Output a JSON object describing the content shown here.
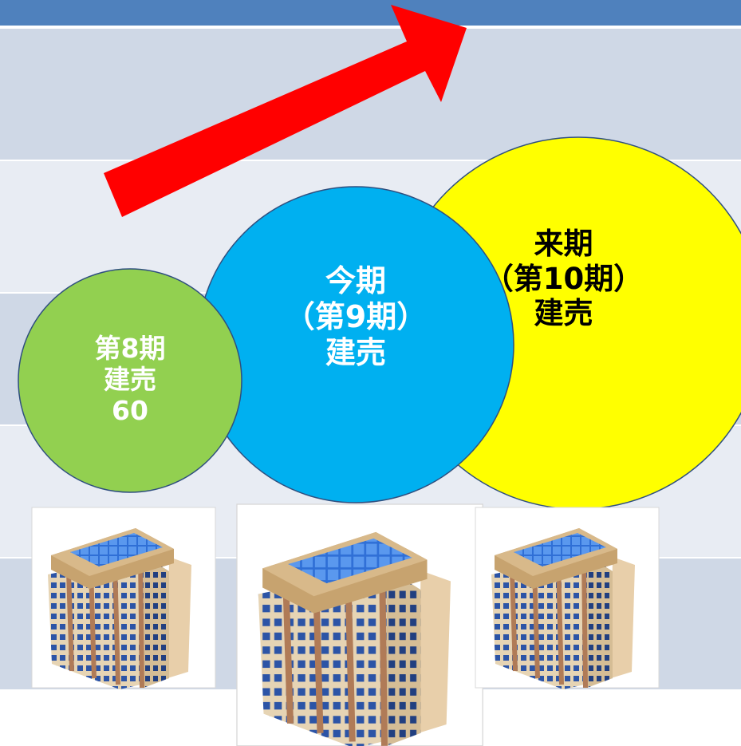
{
  "colors": {
    "header_bar": "#4f81bd",
    "band_dark": "#cfd8e6",
    "band_light": "#e8ecf3",
    "arrow": "#ff0000",
    "circle_green": "#92d050",
    "circle_blue": "#00b0f0",
    "circle_yellow": "#ffff00",
    "text_white": "#ffffff",
    "text_black": "#000000"
  },
  "circles": [
    {
      "id": "green",
      "lines": [
        "第8期",
        "建売",
        "60"
      ]
    },
    {
      "id": "blue",
      "lines": [
        "今期",
        "（第9期）",
        "建売"
      ]
    },
    {
      "id": "yellow",
      "lines": [
        "来期",
        "（第10期）",
        "建売"
      ]
    }
  ],
  "buildings": [
    {
      "icon": "solar-building-icon"
    },
    {
      "icon": "solar-building-icon"
    },
    {
      "icon": "solar-building-icon"
    }
  ],
  "arrow": {
    "icon": "growth-arrow-icon",
    "direction": "up-right"
  }
}
